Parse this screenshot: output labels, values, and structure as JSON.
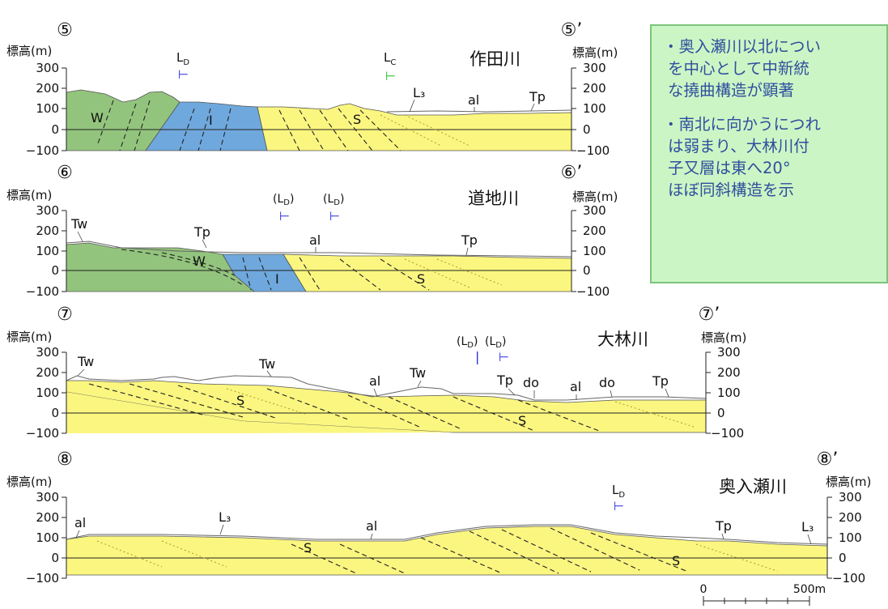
{
  "sections": [
    {
      "id": "5",
      "left_marker": "⑤",
      "right_marker": "⑤’",
      "river": "作田川",
      "ylabel": "標高(m)",
      "yticks": [
        "300",
        "200",
        "100",
        "0",
        "−100"
      ],
      "markers": [
        {
          "main": "L",
          "sub": "D",
          "symbol": "⊢",
          "color": "#2a2ae6"
        },
        {
          "main": "L",
          "sub": "C",
          "symbol": "⊢",
          "color": "#22bb22"
        }
      ],
      "labels": [
        "W",
        "I",
        "S",
        "L₃",
        "al",
        "Tp"
      ]
    },
    {
      "id": "6",
      "left_marker": "⑥",
      "right_marker": "⑥’",
      "river": "道地川",
      "ylabel": "標高(m)",
      "yticks": [
        "300",
        "200",
        "100",
        "0",
        "−100"
      ],
      "markers": [
        {
          "main": "(L",
          "sub": "D",
          "close": ")",
          "symbol": "⊢",
          "color": "#2a2ae6"
        },
        {
          "main": "(L",
          "sub": "D",
          "close": ")",
          "symbol": "⊢",
          "color": "#2a2ae6"
        }
      ],
      "labels": [
        "Tw",
        "Tp",
        "W",
        "al",
        "Tp",
        "I",
        "S"
      ]
    },
    {
      "id": "7",
      "left_marker": "⑦",
      "right_marker": "⑦’",
      "river": "大林川",
      "ylabel": "標高(m)",
      "yticks": [
        "300",
        "200",
        "100",
        "0",
        "−100"
      ],
      "markers": [
        {
          "main": "(L",
          "sub": "D",
          "close": ")",
          "symbol": "|",
          "color": "#2a2ae6"
        },
        {
          "main": "(L",
          "sub": "D",
          "close": ")",
          "symbol": "⊢",
          "color": "#2a2ae6"
        }
      ],
      "labels": [
        "Tw",
        "Tw",
        "Tw",
        "al",
        "S",
        "Tp",
        "do",
        "al",
        "do",
        "Tp",
        "S"
      ]
    },
    {
      "id": "8",
      "left_marker": "⑧",
      "right_marker": "⑧’",
      "river": "奥入瀬川",
      "ylabel": "標高(m)",
      "yticks": [
        "300",
        "200",
        "100",
        "0",
        "−100"
      ],
      "markers": [
        {
          "main": "L",
          "sub": "D",
          "symbol": "⊢",
          "color": "#2a2ae6"
        }
      ],
      "labels": [
        "al",
        "L₃",
        "al",
        "S",
        "S",
        "Tp",
        "L₃"
      ]
    }
  ],
  "scale_bar": {
    "start": "0",
    "end": "500m"
  },
  "callout": {
    "lines": [
      "・奥入瀬川以北につい",
      "を中心として中新統",
      "な撓曲構造が顕著",
      "・南北に向かうにつれ",
      "は弱まり、大林川付",
      "子又層は東へ20°",
      "ほぼ同斜構造を示"
    ]
  },
  "colors": {
    "W": "#93c47d",
    "I": "#6fa8dc",
    "S": "#fbf680",
    "callout_bg": "#ccf5c5",
    "callout_text": "#2f4f9e"
  }
}
